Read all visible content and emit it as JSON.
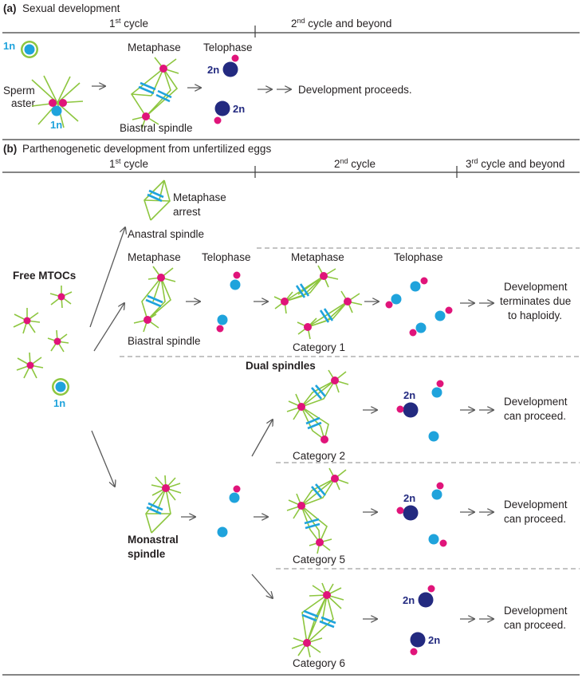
{
  "colors": {
    "spindle": "#8dc63f",
    "centrosome": "#e0147a",
    "haploid_nucleus": "#1fa3dc",
    "diploid_nucleus": "#232a80",
    "text": "#231f20",
    "ploidy_haploid_text": "#1fa3dc",
    "ploidy_diploid_text": "#232a80"
  },
  "panel_a": {
    "label": "(a)",
    "title": "Sexual development",
    "cycle1": "1",
    "cycle1_sup": "st",
    "cycle1_suffix": " cycle",
    "cycle2": "2",
    "cycle2_sup": "nd",
    "cycle2_suffix": " cycle and beyond",
    "ploidy_1n_top": "1n",
    "sperm_aster_1": "Sperm",
    "sperm_aster_2": "aster",
    "ploidy_1n_bottom": "1n",
    "metaphase": "Metaphase",
    "biastral_spindle": "Biastral spindle",
    "telophase": "Telophase",
    "ploidy_2n_top": "2n",
    "ploidy_2n_bottom": "2n",
    "outcome": "Development proceeds."
  },
  "panel_b": {
    "label": "(b)",
    "title": "Parthenogenetic development from unfertilized eggs",
    "cycle1": "1",
    "cycle1_sup": "st",
    "cycle1_suffix": " cycle",
    "cycle2": "2",
    "cycle2_sup": "nd",
    "cycle2_suffix": " cycle",
    "cycle3": "3",
    "cycle3_sup": "rd",
    "cycle3_suffix": " cycle and beyond",
    "free_mtocs": "Free MTOCs",
    "ploidy_1n": "1n",
    "metaphase_arrest_1": "Metaphase",
    "metaphase_arrest_2": "arrest",
    "anastral_spindle": "Anastral spindle",
    "metaphase_1": "Metaphase",
    "telophase_1": "Telophase",
    "metaphase_2": "Metaphase",
    "telophase_2": "Telophase",
    "biastral_spindle": "Biastral spindle",
    "category_1": "Category 1",
    "outcome_1_line1": "Development",
    "outcome_1_line2": "terminates due",
    "outcome_1_line3": "to haploidy.",
    "dual_spindles": "Dual spindles",
    "category_2": "Category 2",
    "ploidy_2n_cat2": "2n",
    "outcome_2_line1": "Development",
    "outcome_2_line2": "can proceed.",
    "monastral_1": "Monastral",
    "monastral_2": "spindle",
    "category_5": "Category 5",
    "ploidy_2n_cat5": "2n",
    "outcome_5_line1": "Development",
    "outcome_5_line2": "can proceed.",
    "category_6": "Category 6",
    "ploidy_2n_cat6_top": "2n",
    "ploidy_2n_cat6_bottom": "2n",
    "outcome_6_line1": "Development",
    "outcome_6_line2": "can proceed."
  }
}
